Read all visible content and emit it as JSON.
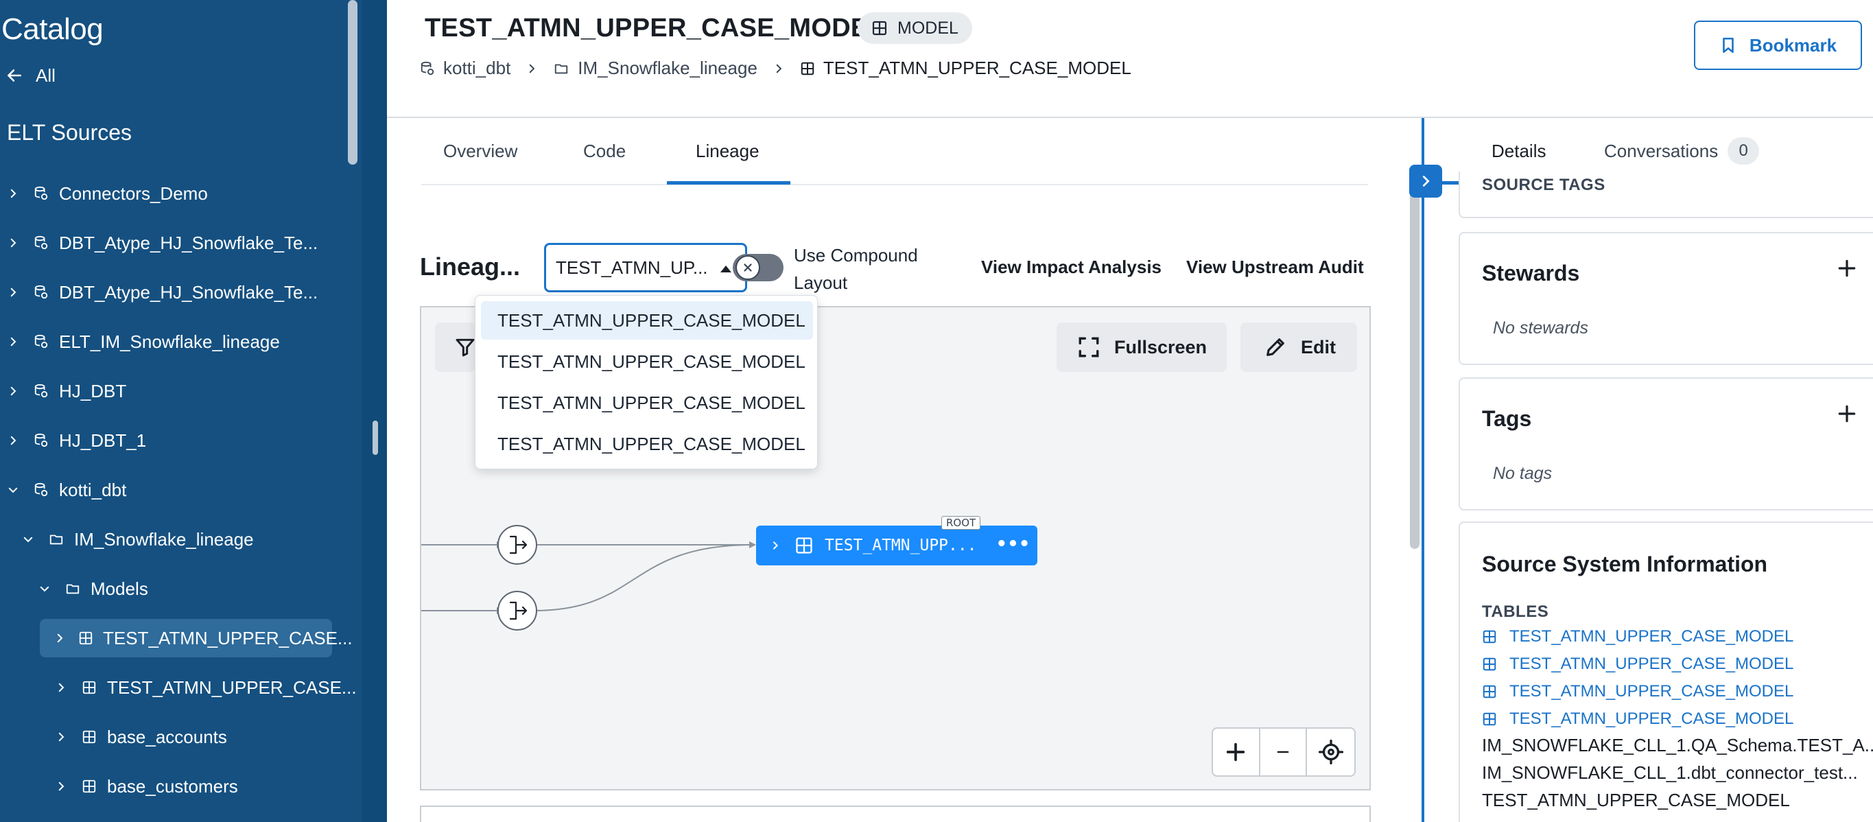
{
  "sidebar": {
    "title": "Catalog",
    "back_label": "All",
    "section_title": "ELT Sources",
    "items": [
      {
        "label": "Connectors_Demo"
      },
      {
        "label": "DBT_Atype_HJ_Snowflake_Te..."
      },
      {
        "label": "DBT_Atype_HJ_Snowflake_Te..."
      },
      {
        "label": "ELT_IM_Snowflake_lineage"
      },
      {
        "label": "HJ_DBT"
      },
      {
        "label": "HJ_DBT_1"
      },
      {
        "label": "kotti_dbt"
      },
      {
        "label": "IM_Snowflake_lineage"
      },
      {
        "label": "Models"
      },
      {
        "label": "TEST_ATMN_UPPER_CASE..."
      },
      {
        "label": "TEST_ATMN_UPPER_CASE..."
      },
      {
        "label": "base_accounts"
      },
      {
        "label": "base_customers"
      }
    ]
  },
  "header": {
    "title": "TEST_ATMN_UPPER_CASE_MODEL",
    "badge": "MODEL",
    "breadcrumbs": [
      "kotti_dbt",
      "IM_Snowflake_lineage",
      "TEST_ATMN_UPPER_CASE_MODEL"
    ],
    "bookmark_label": "Bookmark"
  },
  "tabs": [
    "Overview",
    "Code",
    "Lineage"
  ],
  "lineage": {
    "label": "Lineag...",
    "select_value": "TEST_ATMN_UP...",
    "compound_label": "Use Compound Layout",
    "impact_label": "View Impact Analysis",
    "upstream_label": "View Upstream Audit",
    "fullscreen_label": "Fullscreen",
    "edit_label": "Edit",
    "node_label": "TEST_ATMN_UPP...",
    "root_tag": "ROOT",
    "dropdown_options": [
      "TEST_ATMN_UPPER_CASE_MODEL",
      "TEST_ATMN_UPPER_CASE_MODEL",
      "TEST_ATMN_UPPER_CASE_MODEL",
      "TEST_ATMN_UPPER_CASE_MODEL"
    ]
  },
  "right_panel": {
    "tab_details": "Details",
    "tab_conversations": "Conversations",
    "conversations_count": "0",
    "source_tags_cut": "SOURCE TAGS",
    "stewards_title": "Stewards",
    "stewards_empty": "No stewards",
    "tags_title": "Tags",
    "tags_empty": "No tags",
    "source_title": "Source System Information",
    "tables_caption": "TABLES",
    "table_links": [
      "TEST_ATMN_UPPER_CASE_MODEL",
      "TEST_ATMN_UPPER_CASE_MODEL",
      "TEST_ATMN_UPPER_CASE_MODEL",
      "TEST_ATMN_UPPER_CASE_MODEL"
    ],
    "table_plain": [
      "IM_SNOWFLAKE_CLL_1.QA_Schema.TEST_A...",
      "IM_SNOWFLAKE_CLL_1.dbt_connector_test...",
      "TEST_ATMN_UPPER_CASE_MODEL"
    ]
  },
  "colors": {
    "sidebar_bg": "#155080",
    "accent": "#1a73c9",
    "node_bg": "#1a8cff"
  }
}
